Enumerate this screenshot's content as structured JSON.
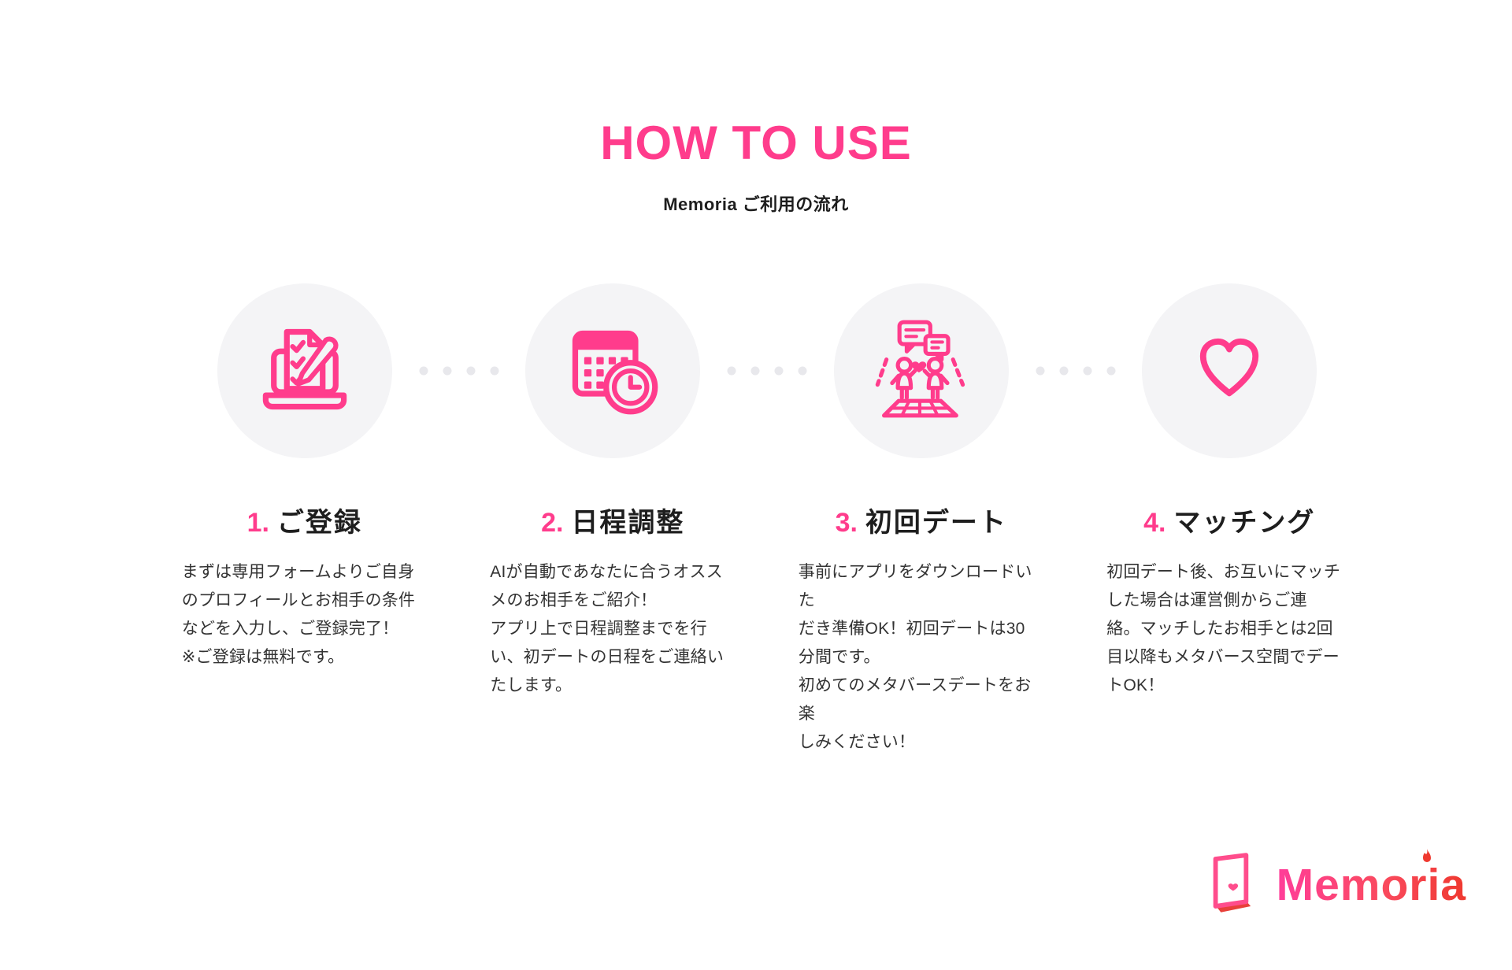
{
  "header": {
    "title": "HOW TO USE",
    "subtitle": "Memoria ご利用の流れ"
  },
  "steps": [
    {
      "number": "1.",
      "title": "ご登録",
      "icon": "registration-checklist-laptop-icon",
      "description": "まずは専用フォームよりご自身\nのプロフィールとお相手の条件\nなどを入力し、ご登録完了！\n※ご登録は無料です。"
    },
    {
      "number": "2.",
      "title": "日程調整",
      "icon": "calendar-clock-icon",
      "description": "AIが自動であなたに合うオスス\nメのお相手をご紹介！\nアプリ上で日程調整までを行\nい、初デートの日程をご連絡い\nたします。"
    },
    {
      "number": "3.",
      "title": "初回デート",
      "icon": "metaverse-date-icon",
      "description": "事前にアプリをダウンロードいた\nだき準備OK！初回デートは30\n分間です。\n初めてのメタバースデートをお楽\nしみください！"
    },
    {
      "number": "4.",
      "title": "マッチング",
      "icon": "heart-icon",
      "description": "初回デート後、お互いにマッチ\nした場合は運営側からご連\n絡。マッチしたお相手とは2回\n目以降もメタバース空間でデー\nトOK！"
    }
  ],
  "logo": {
    "text": "Memoria"
  },
  "colors": {
    "accent": "#FF3C8C",
    "logo_red": "#EF392F",
    "heading_text": "#1E1E1E",
    "body_text": "#333333",
    "circle_bg": "#F4F4F6",
    "connector_dot": "#E8E8EC",
    "background": "#FFFFFF"
  }
}
